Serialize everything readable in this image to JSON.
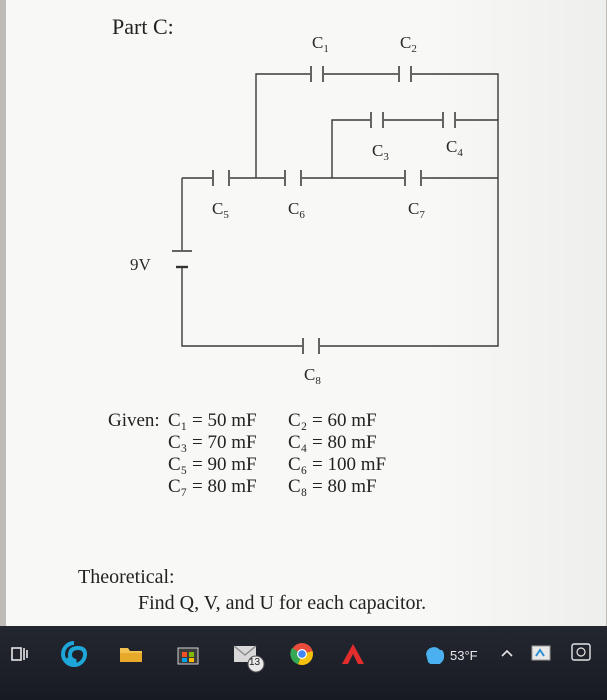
{
  "document": {
    "part_title": "Part C:",
    "source_label": "9V",
    "capacitors": {
      "c1": "C",
      "c1_sub": "1",
      "c2": "C",
      "c2_sub": "2",
      "c3": "C",
      "c3_sub": "3",
      "c4": "C",
      "c4_sub": "4",
      "c5": "C",
      "c5_sub": "5",
      "c6": "C",
      "c6_sub": "6",
      "c7": "C",
      "c7_sub": "7",
      "c8": "C",
      "c8_sub": "8"
    },
    "given_label": "Given:",
    "given": [
      [
        "C1 = 50 mF",
        "C2 = 60 mF"
      ],
      [
        "C3 = 70 mF",
        "C4 = 80 mF"
      ],
      [
        "C5 = 90 mF",
        "C6 = 100 mF"
      ],
      [
        "C7 = 80 mF",
        "C8 = 80 mF"
      ]
    ],
    "given_display": {
      "r0c0": "C₁ = 50 mF",
      "r0c1": "C₂ = 60 mF",
      "r1c0": "C₃ = 70 mF",
      "r1c1": "C₄ = 80 mF",
      "r2c0": "C₅ = 90 mF",
      "r2c1": "C₆ = 100 mF",
      "r3c0": "C₇ = 80 mF",
      "r3c1": "C₈ = 80 mF"
    },
    "theoretical_label": "Theoretical:",
    "task": "Find Q, V, and U for each capacitor."
  },
  "taskbar": {
    "badge_count": "13",
    "weather_temp": "53°F",
    "icons": [
      "task-view-icon",
      "edge-browser-icon",
      "file-explorer-icon",
      "store-icon",
      "mail-icon",
      "chrome-icon",
      "acrobat-icon",
      "weather-icon",
      "chevron-up-icon",
      "network-icon",
      "notification-icon"
    ],
    "colors": {
      "edge": "#1fa6d8",
      "explorer": "#f2c14e",
      "store": "#2a8fd0",
      "chrome": "#34a853",
      "acrobat": "#e32c2c",
      "weather": "#4ab0f0"
    }
  }
}
